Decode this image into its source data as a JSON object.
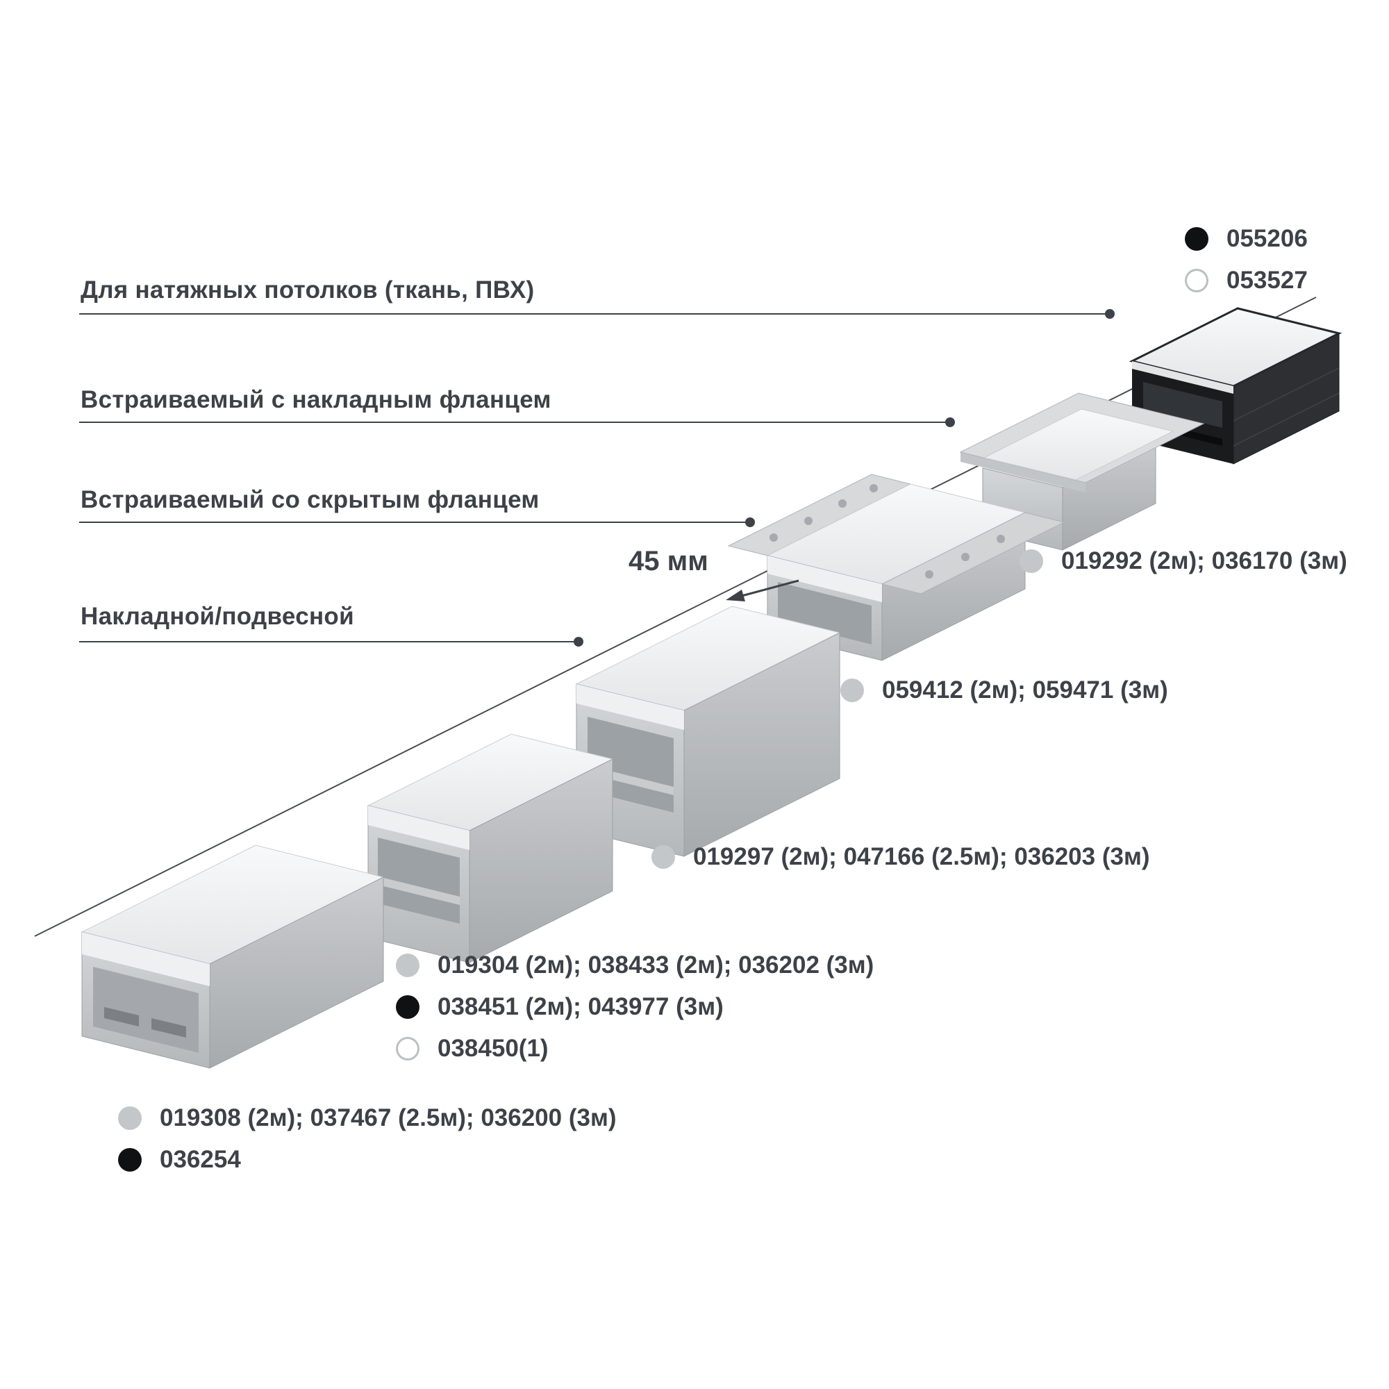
{
  "labels": {
    "stretch_ceiling": "Для натяжных потолков (ткань, ПВХ)",
    "recessed_surface_flange": "Встраиваемый с накладным фланцем",
    "recessed_hidden_flange": "Встраиваемый со скрытым фланцем",
    "surface_suspended": "Накладной/подвесной"
  },
  "dimension_label": "45 мм",
  "code_groups": [
    {
      "for": "stretch-ceiling-profile",
      "rows": [
        {
          "dot": "black",
          "text": "055206"
        },
        {
          "dot": "white",
          "text": "053527"
        }
      ]
    },
    {
      "for": "recessed-surface-flange-profile",
      "rows": [
        {
          "dot": "gray",
          "text": "019292 (2м); 036170 (3м)"
        }
      ]
    },
    {
      "for": "recessed-hidden-flange-profile",
      "rows": [
        {
          "dot": "gray",
          "text": "059412 (2м); 059471 (3м)"
        }
      ]
    },
    {
      "for": "surface-square-large-profile",
      "rows": [
        {
          "dot": "gray",
          "text": "019297 (2м); 047166 (2.5м); 036203 (3м)"
        }
      ]
    },
    {
      "for": "surface-square-medium-profile",
      "rows": [
        {
          "dot": "gray",
          "text": "019304 (2м); 038433 (2м); 036202 (3м)"
        },
        {
          "dot": "black",
          "text": "038451 (2м); 043977 (3м)"
        },
        {
          "dot": "white",
          "text": "038450(1)"
        }
      ]
    },
    {
      "for": "surface-low-profile",
      "rows": [
        {
          "dot": "gray",
          "text": "019308 (2м); 037467 (2.5м); 036200 (3м)"
        },
        {
          "dot": "black",
          "text": "036254"
        }
      ]
    }
  ],
  "colors": {
    "text": "#3d4148",
    "line": "#4a4e54",
    "dot_gray": "#c4c7ca",
    "dot_black": "#101113",
    "dot_white_border": "#bcc0c3",
    "aluminum_light": "#e4e6e8",
    "aluminum_dark": "#a6aaad",
    "black_profile": "#1a1b1d"
  }
}
